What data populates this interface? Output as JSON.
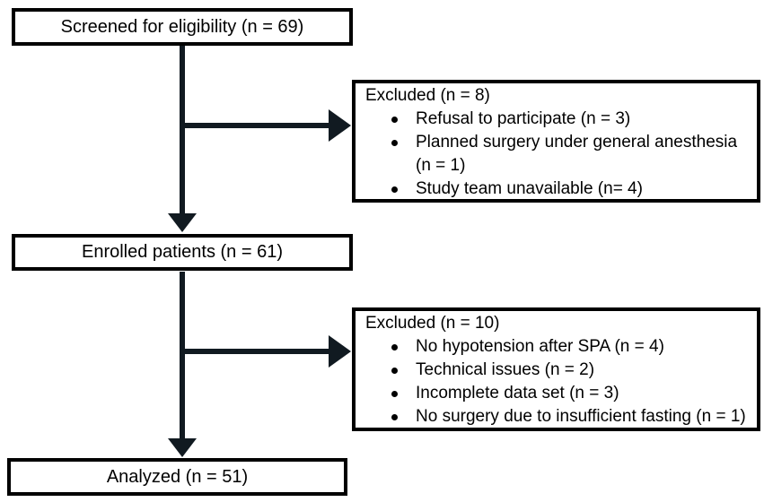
{
  "diagram_type": "patient-flow-chart",
  "colors": {
    "background": "#ffffff",
    "box_border": "#000000",
    "text": "#000000",
    "arrow": "#111a21"
  },
  "nodes": {
    "screened": {
      "label": "Screened for eligibility (n = 69)"
    },
    "excluded1": {
      "title": "Excluded (n = 8)",
      "items": [
        {
          "text": "Refusal to participate (n = 3)"
        },
        {
          "text": "Planned surgery under general anesthesia\n(n = 1)"
        },
        {
          "text": "Study team unavailable (n= 4)"
        }
      ]
    },
    "enrolled": {
      "label": "Enrolled patients (n = 61)"
    },
    "excluded2": {
      "title": "Excluded (n = 10)",
      "items": [
        {
          "text": "No hypotension after SPA (n = 4)"
        },
        {
          "text": "Technical issues (n = 2)"
        },
        {
          "text": "Incomplete data set (n = 3)"
        },
        {
          "text": "No surgery due to insufficient fasting (n = 1)"
        }
      ]
    },
    "analyzed": {
      "label": "Analyzed (n = 51)"
    }
  },
  "edges": [
    {
      "from": "screened",
      "to": "enrolled",
      "type": "arrow-down"
    },
    {
      "from": "screened",
      "to": "excluded1",
      "type": "arrow-right-branch"
    },
    {
      "from": "enrolled",
      "to": "analyzed",
      "type": "arrow-down"
    },
    {
      "from": "enrolled",
      "to": "excluded2",
      "type": "arrow-right-branch"
    }
  ]
}
